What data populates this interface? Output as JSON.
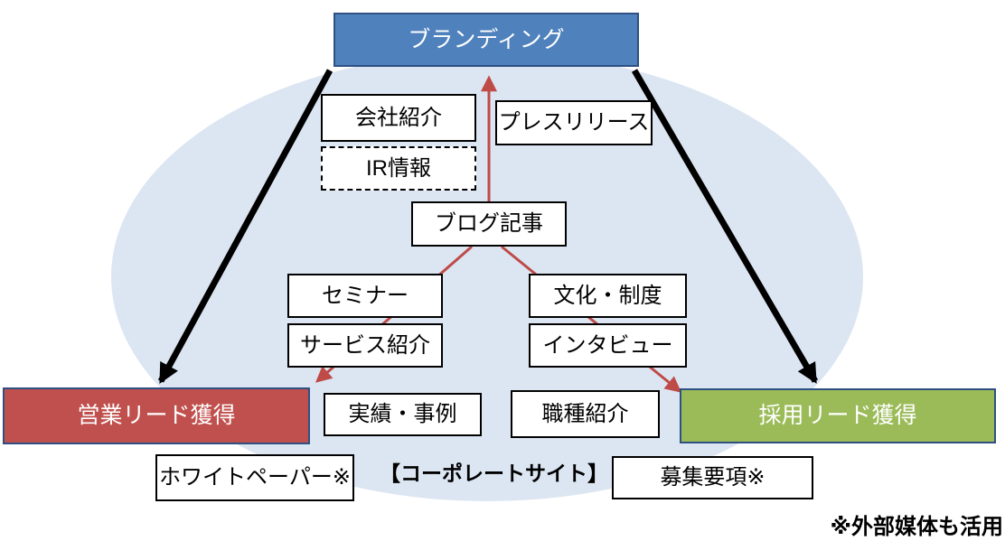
{
  "nodes": {
    "branding": {
      "label": "ブランディング",
      "fill": "#4F81BD",
      "text_color": "#FFFFFF"
    },
    "sales_lead": {
      "label": "営業リード獲得",
      "fill": "#C0504D",
      "text_color": "#FFFFFF"
    },
    "recruit_lead": {
      "label": "採用リード獲得",
      "fill": "#9BBB59",
      "text_color": "#FFFFFF"
    },
    "company_intro": {
      "label": "会社紹介"
    },
    "press_release": {
      "label": "プレスリリース"
    },
    "ir_info": {
      "label": "IR情報",
      "border_style": "dashed"
    },
    "blog_article": {
      "label": "ブログ記事"
    },
    "seminar": {
      "label": "セミナー"
    },
    "culture_system": {
      "label": "文化・制度"
    },
    "service_intro": {
      "label": "サービス紹介"
    },
    "interview": {
      "label": "インタビュー"
    },
    "results_cases": {
      "label": "実績・事例"
    },
    "job_category_intro": {
      "label": "職種紹介"
    },
    "whitepaper": {
      "label": "ホワイトペーパー※"
    },
    "application_guidelines": {
      "label": "募集要項※"
    }
  },
  "captions": {
    "corporate_site": "【コーポレートサイト】",
    "external_media_note": "※外部媒体も活用"
  },
  "colors": {
    "ellipse_fill": "#DCE6F2",
    "branding_fill": "#4F81BD",
    "sales_lead_fill": "#C0504D",
    "recruit_lead_fill": "#9BBB59",
    "colored_box_border": "#2E5083",
    "white_box_border": "#000000",
    "red_arrow": "#BE4B48",
    "black_arrow": "#000000"
  }
}
